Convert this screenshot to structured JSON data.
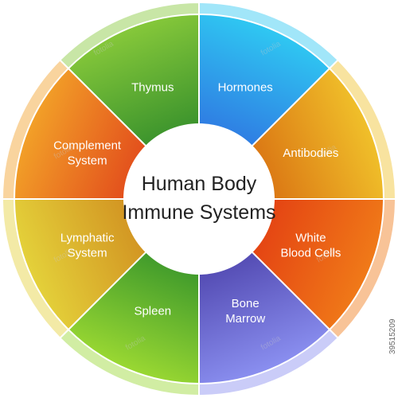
{
  "diagram": {
    "center_title": [
      "Human Body",
      "Immune Systems"
    ],
    "segments": [
      {
        "label": [
          "Hormones"
        ],
        "colors": [
          "#2fc8f2",
          "#2f6fe0"
        ]
      },
      {
        "label": [
          "Antibodies"
        ],
        "colors": [
          "#f0c02a",
          "#d76a10"
        ]
      },
      {
        "label": [
          "White",
          "Blood Cells"
        ],
        "colors": [
          "#f07a18",
          "#e23a12"
        ]
      },
      {
        "label": [
          "Bone",
          "Marrow"
        ],
        "colors": [
          "#8a8ff0",
          "#4a3fa8"
        ]
      },
      {
        "label": [
          "Spleen"
        ],
        "colors": [
          "#9ad832",
          "#2f8f2a"
        ]
      },
      {
        "label": [
          "Lymphatic",
          "System"
        ],
        "colors": [
          "#e4d13a",
          "#cf8a1e"
        ]
      },
      {
        "label": [
          "Complement",
          "System"
        ],
        "colors": [
          "#f2a028",
          "#e0401a"
        ]
      },
      {
        "label": [
          "Thymus"
        ],
        "colors": [
          "#86c83a",
          "#2e8a2a"
        ]
      }
    ],
    "watermark": "fotolia",
    "image_id": "39515209"
  }
}
